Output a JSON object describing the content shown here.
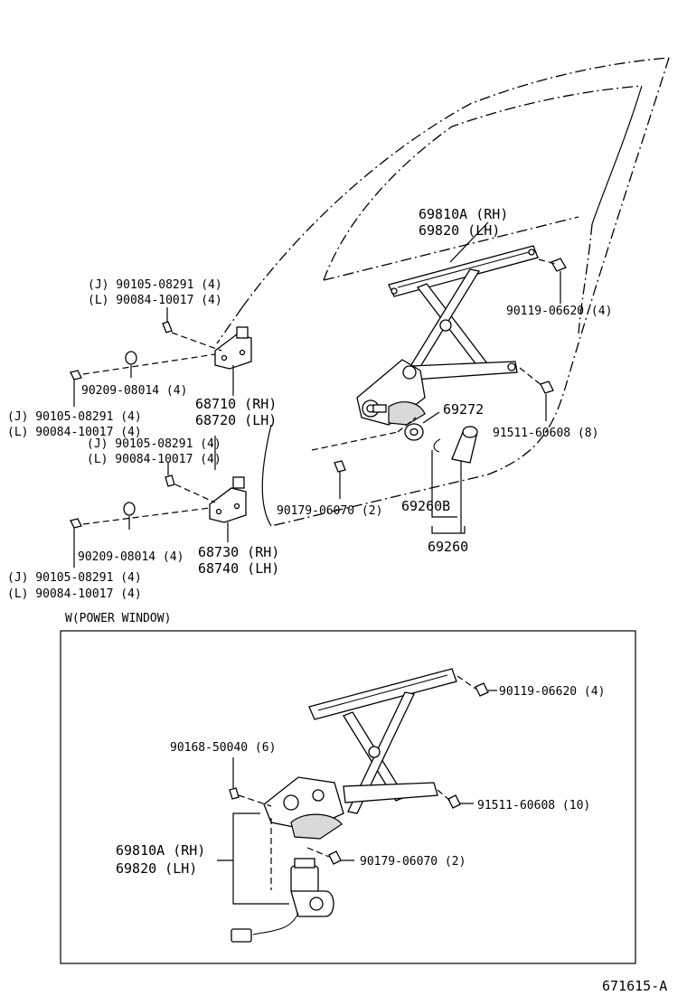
{
  "labels": {
    "main_rail_rh": "69810A (RH)",
    "main_rail_lh": "69820  (LH)",
    "bolt_top_right": "90119-06620 (4)",
    "hinge_top_j": "(J) 90105-08291 (4)",
    "hinge_top_l": "(L) 90084-10017 (4)",
    "washer_top": "90209-08014 (4)",
    "hinge_mid_left_j": "(J) 90105-08291 (4)",
    "hinge_mid_left_l": "(L) 90084-10017 (4)",
    "hinge_upper_rh": "68710 (RH)",
    "hinge_upper_lh": "68720 (LH)",
    "hinge_mid_j": "(J) 90105-08291 (4)",
    "hinge_mid_l": "(L) 90084-10017 (4)",
    "clip_69272": "69272",
    "bolt_regulator": "91511-60608 (8)",
    "bolt_lower": "90179-06070 (2)",
    "handle_69260b": "69260B",
    "handle_69260": "69260",
    "washer_bottom": "90209-08014 (4)",
    "hinge_lower_rh": "68730 (RH)",
    "hinge_lower_lh": "68740 (LH)",
    "hinge_bottom_j": "(J) 90105-08291 (4)",
    "hinge_bottom_l": "(L) 90084-10017 (4)",
    "power_window_title": "W(POWER WINDOW)",
    "pw_bolt_top": "90119-06620 (4)",
    "pw_bolt_motor": "90168-50040 (6)",
    "pw_bolt_reg": "91511-60608 (10)",
    "pw_rail_rh": "69810A (RH)",
    "pw_rail_lh": "69820  (LH)",
    "pw_bolt_lower": "90179-06070 (2)",
    "figure_id": "671615-A"
  }
}
